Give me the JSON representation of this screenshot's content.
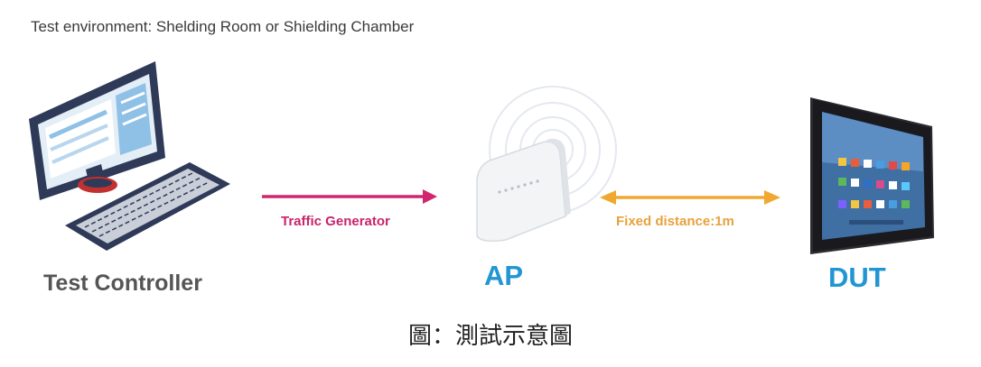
{
  "environment_note": "Test environment: Shelding Room or Shielding Chamber",
  "nodes": {
    "controller": "Test Controller",
    "ap": "AP",
    "dut": "DUT"
  },
  "links": {
    "traffic": "Traffic Generator",
    "distance": "Fixed distance:1m"
  },
  "caption": "圖：測試示意圖",
  "colors": {
    "traffic_arrow": "#d1266f",
    "distance_arrow": "#f0a830",
    "label_blue": "#2196d3",
    "device_dark": "#2e3a57"
  }
}
